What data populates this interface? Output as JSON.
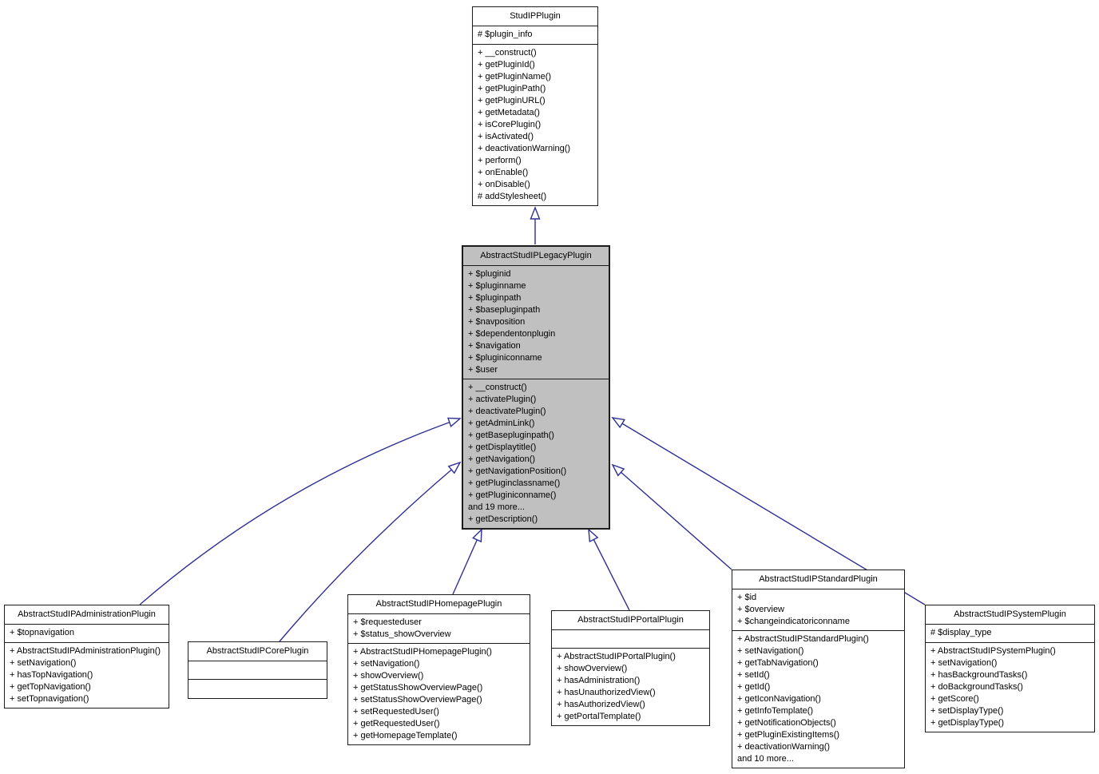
{
  "colors": {
    "edge_color": "#2f2f93",
    "highlight_fill": "#c0c0c0",
    "box_fill": "#ffffff",
    "border_color": "#1c1c1c",
    "background": "#ffffff"
  },
  "classes": [
    {
      "title": "StudIPPlugin",
      "highlighted": false,
      "attributes": [
        "# $plugin_info"
      ],
      "methods": [
        "+ __construct()",
        "+ getPluginId()",
        "+ getPluginName()",
        "+ getPluginPath()",
        "+ getPluginURL()",
        "+ getMetadata()",
        "+ isCorePlugin()",
        "+ isActivated()",
        "+ deactivationWarning()",
        "+ perform()",
        "+ onEnable()",
        "+ onDisable()",
        "# addStylesheet()"
      ]
    },
    {
      "title": "AbstractStudIPLegacyPlugin",
      "highlighted": true,
      "attributes": [
        "+ $pluginid",
        "+ $pluginname",
        "+ $pluginpath",
        "+ $basepluginpath",
        "+ $navposition",
        "+ $dependentonplugin",
        "+ $navigation",
        "+ $pluginiconname",
        "+ $user"
      ],
      "methods": [
        "+ __construct()",
        "+ activatePlugin()",
        "+ deactivatePlugin()",
        "+ getAdminLink()",
        "+ getBasepluginpath()",
        "+ getDisplaytitle()",
        "+ getNavigation()",
        "+ getNavigationPosition()",
        "+ getPluginclassname()",
        "+ getPluginiconname()",
        "and 19 more...",
        "+ getDescription()"
      ]
    },
    {
      "title": "AbstractStudIPAdministrationPlugin",
      "highlighted": false,
      "attributes": [
        "+ $topnavigation"
      ],
      "methods": [
        "+ AbstractStudIPAdministrationPlugin()",
        "+ setNavigation()",
        "+ hasTopNavigation()",
        "+ getTopNavigation()",
        "+ setTopnavigation()"
      ]
    },
    {
      "title": "AbstractStudIPCorePlugin",
      "highlighted": false,
      "attributes": [],
      "methods": []
    },
    {
      "title": "AbstractStudIPHomepagePlugin",
      "highlighted": false,
      "attributes": [
        "+ $requesteduser",
        "+ $status_showOverview"
      ],
      "methods": [
        "+ AbstractStudIPHomepagePlugin()",
        "+ setNavigation()",
        "+ showOverview()",
        "+ getStatusShowOverviewPage()",
        "+ setStatusShowOverviewPage()",
        "+ setRequestedUser()",
        "+ getRequestedUser()",
        "+ getHomepageTemplate()"
      ]
    },
    {
      "title": "AbstractStudIPPortalPlugin",
      "highlighted": false,
      "attributes": [],
      "methods": [
        "+ AbstractStudIPPortalPlugin()",
        "+ showOverview()",
        "+ hasAdministration()",
        "+ hasUnauthorizedView()",
        "+ hasAuthorizedView()",
        "+ getPortalTemplate()"
      ]
    },
    {
      "title": "AbstractStudIPStandardPlugin",
      "highlighted": false,
      "attributes": [
        "+ $id",
        "+ $overview",
        "+ $changeindicatoriconname"
      ],
      "methods": [
        "+ AbstractStudIPStandardPlugin()",
        "+ setNavigation()",
        "+ getTabNavigation()",
        "+ setId()",
        "+ getId()",
        "+ getIconNavigation()",
        "+ getInfoTemplate()",
        "+ getNotificationObjects()",
        "+ getPluginExistingItems()",
        "+ deactivationWarning()",
        "and 10 more..."
      ]
    },
    {
      "title": "AbstractStudIPSystemPlugin",
      "highlighted": false,
      "attributes": [
        "# $display_type"
      ],
      "methods": [
        "+ AbstractStudIPSystemPlugin()",
        "+ setNavigation()",
        "+ hasBackgroundTasks()",
        "+ doBackgroundTasks()",
        "+ getScore()",
        "+ setDisplayType()",
        "+ getDisplayType()"
      ]
    }
  ],
  "relationships": [
    {
      "from": "AbstractStudIPLegacyPlugin",
      "to": "StudIPPlugin",
      "type": "inheritance"
    },
    {
      "from": "AbstractStudIPAdministrationPlugin",
      "to": "AbstractStudIPLegacyPlugin",
      "type": "inheritance"
    },
    {
      "from": "AbstractStudIPCorePlugin",
      "to": "AbstractStudIPLegacyPlugin",
      "type": "inheritance"
    },
    {
      "from": "AbstractStudIPHomepagePlugin",
      "to": "AbstractStudIPLegacyPlugin",
      "type": "inheritance"
    },
    {
      "from": "AbstractStudIPPortalPlugin",
      "to": "AbstractStudIPLegacyPlugin",
      "type": "inheritance"
    },
    {
      "from": "AbstractStudIPStandardPlugin",
      "to": "AbstractStudIPLegacyPlugin",
      "type": "inheritance"
    },
    {
      "from": "AbstractStudIPSystemPlugin",
      "to": "AbstractStudIPLegacyPlugin",
      "type": "inheritance"
    }
  ]
}
